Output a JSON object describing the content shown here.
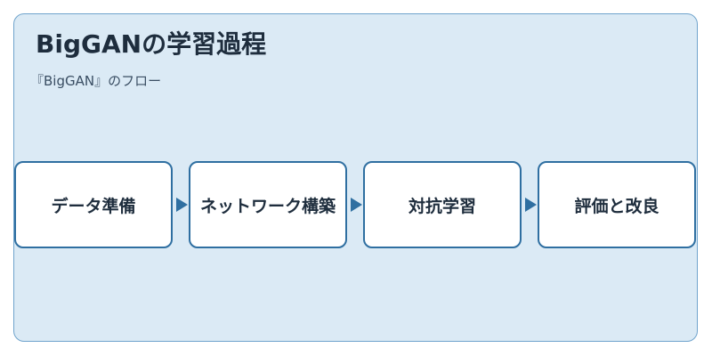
{
  "title": "BigGANの学習過程",
  "subtitle": "『BigGAN』のフロー",
  "steps": [
    {
      "label": "データ準備"
    },
    {
      "label": "ネットワーク構築"
    },
    {
      "label": "対抗学習"
    },
    {
      "label": "評価と改良"
    }
  ],
  "colors": {
    "background": "#dbeaf5",
    "frame_border": "#6fa3cc",
    "box_border": "#2f6fa1",
    "arrow": "#2f6fa1",
    "text": "#1e2d3d"
  }
}
